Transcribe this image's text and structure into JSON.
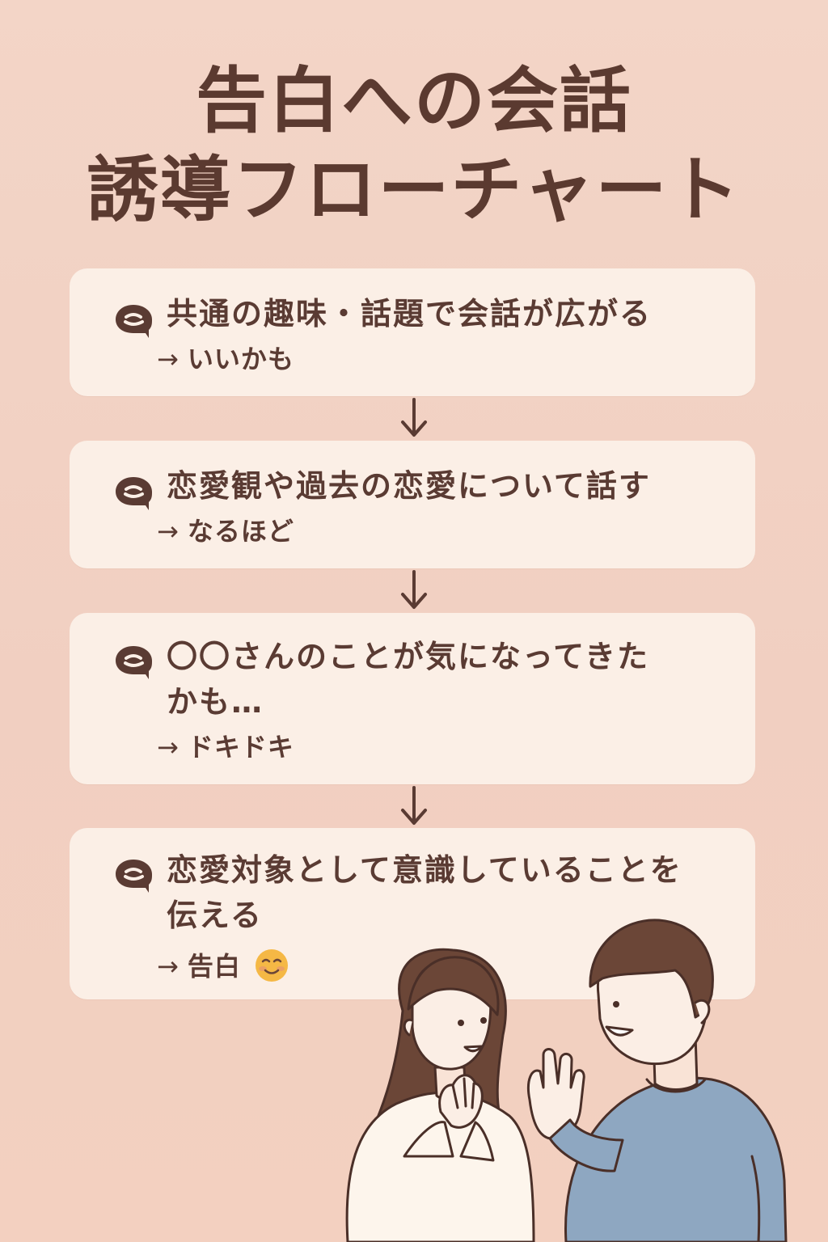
{
  "title": {
    "line1": "告白への会話",
    "line2": "誘導フローチャート"
  },
  "steps": [
    {
      "text": "共通の趣味・話題で会話が広がる",
      "reaction": "いいかも"
    },
    {
      "text": "恋愛観や過去の恋愛について話す",
      "reaction": "なるほど"
    },
    {
      "text_line1": "〇〇さんのことが気になってきた",
      "text_line2": "かも…",
      "reaction": "ドキドキ"
    },
    {
      "text_line1": "恋愛対象として意識していることを",
      "text_line2": "伝える",
      "reaction": "告白"
    }
  ],
  "arrow_glyph": "→",
  "icons": {
    "speech": "speech-bubble-icon",
    "down": "down-arrow-icon",
    "emoji": "blushing-smile-emoji"
  },
  "colors": {
    "background": "#f3d5c7",
    "card": "#fbefe6",
    "text": "#5a3b33",
    "woman_top": "#fdf5ec",
    "man_top": "#8ea7c1",
    "hair": "#6b4637"
  }
}
